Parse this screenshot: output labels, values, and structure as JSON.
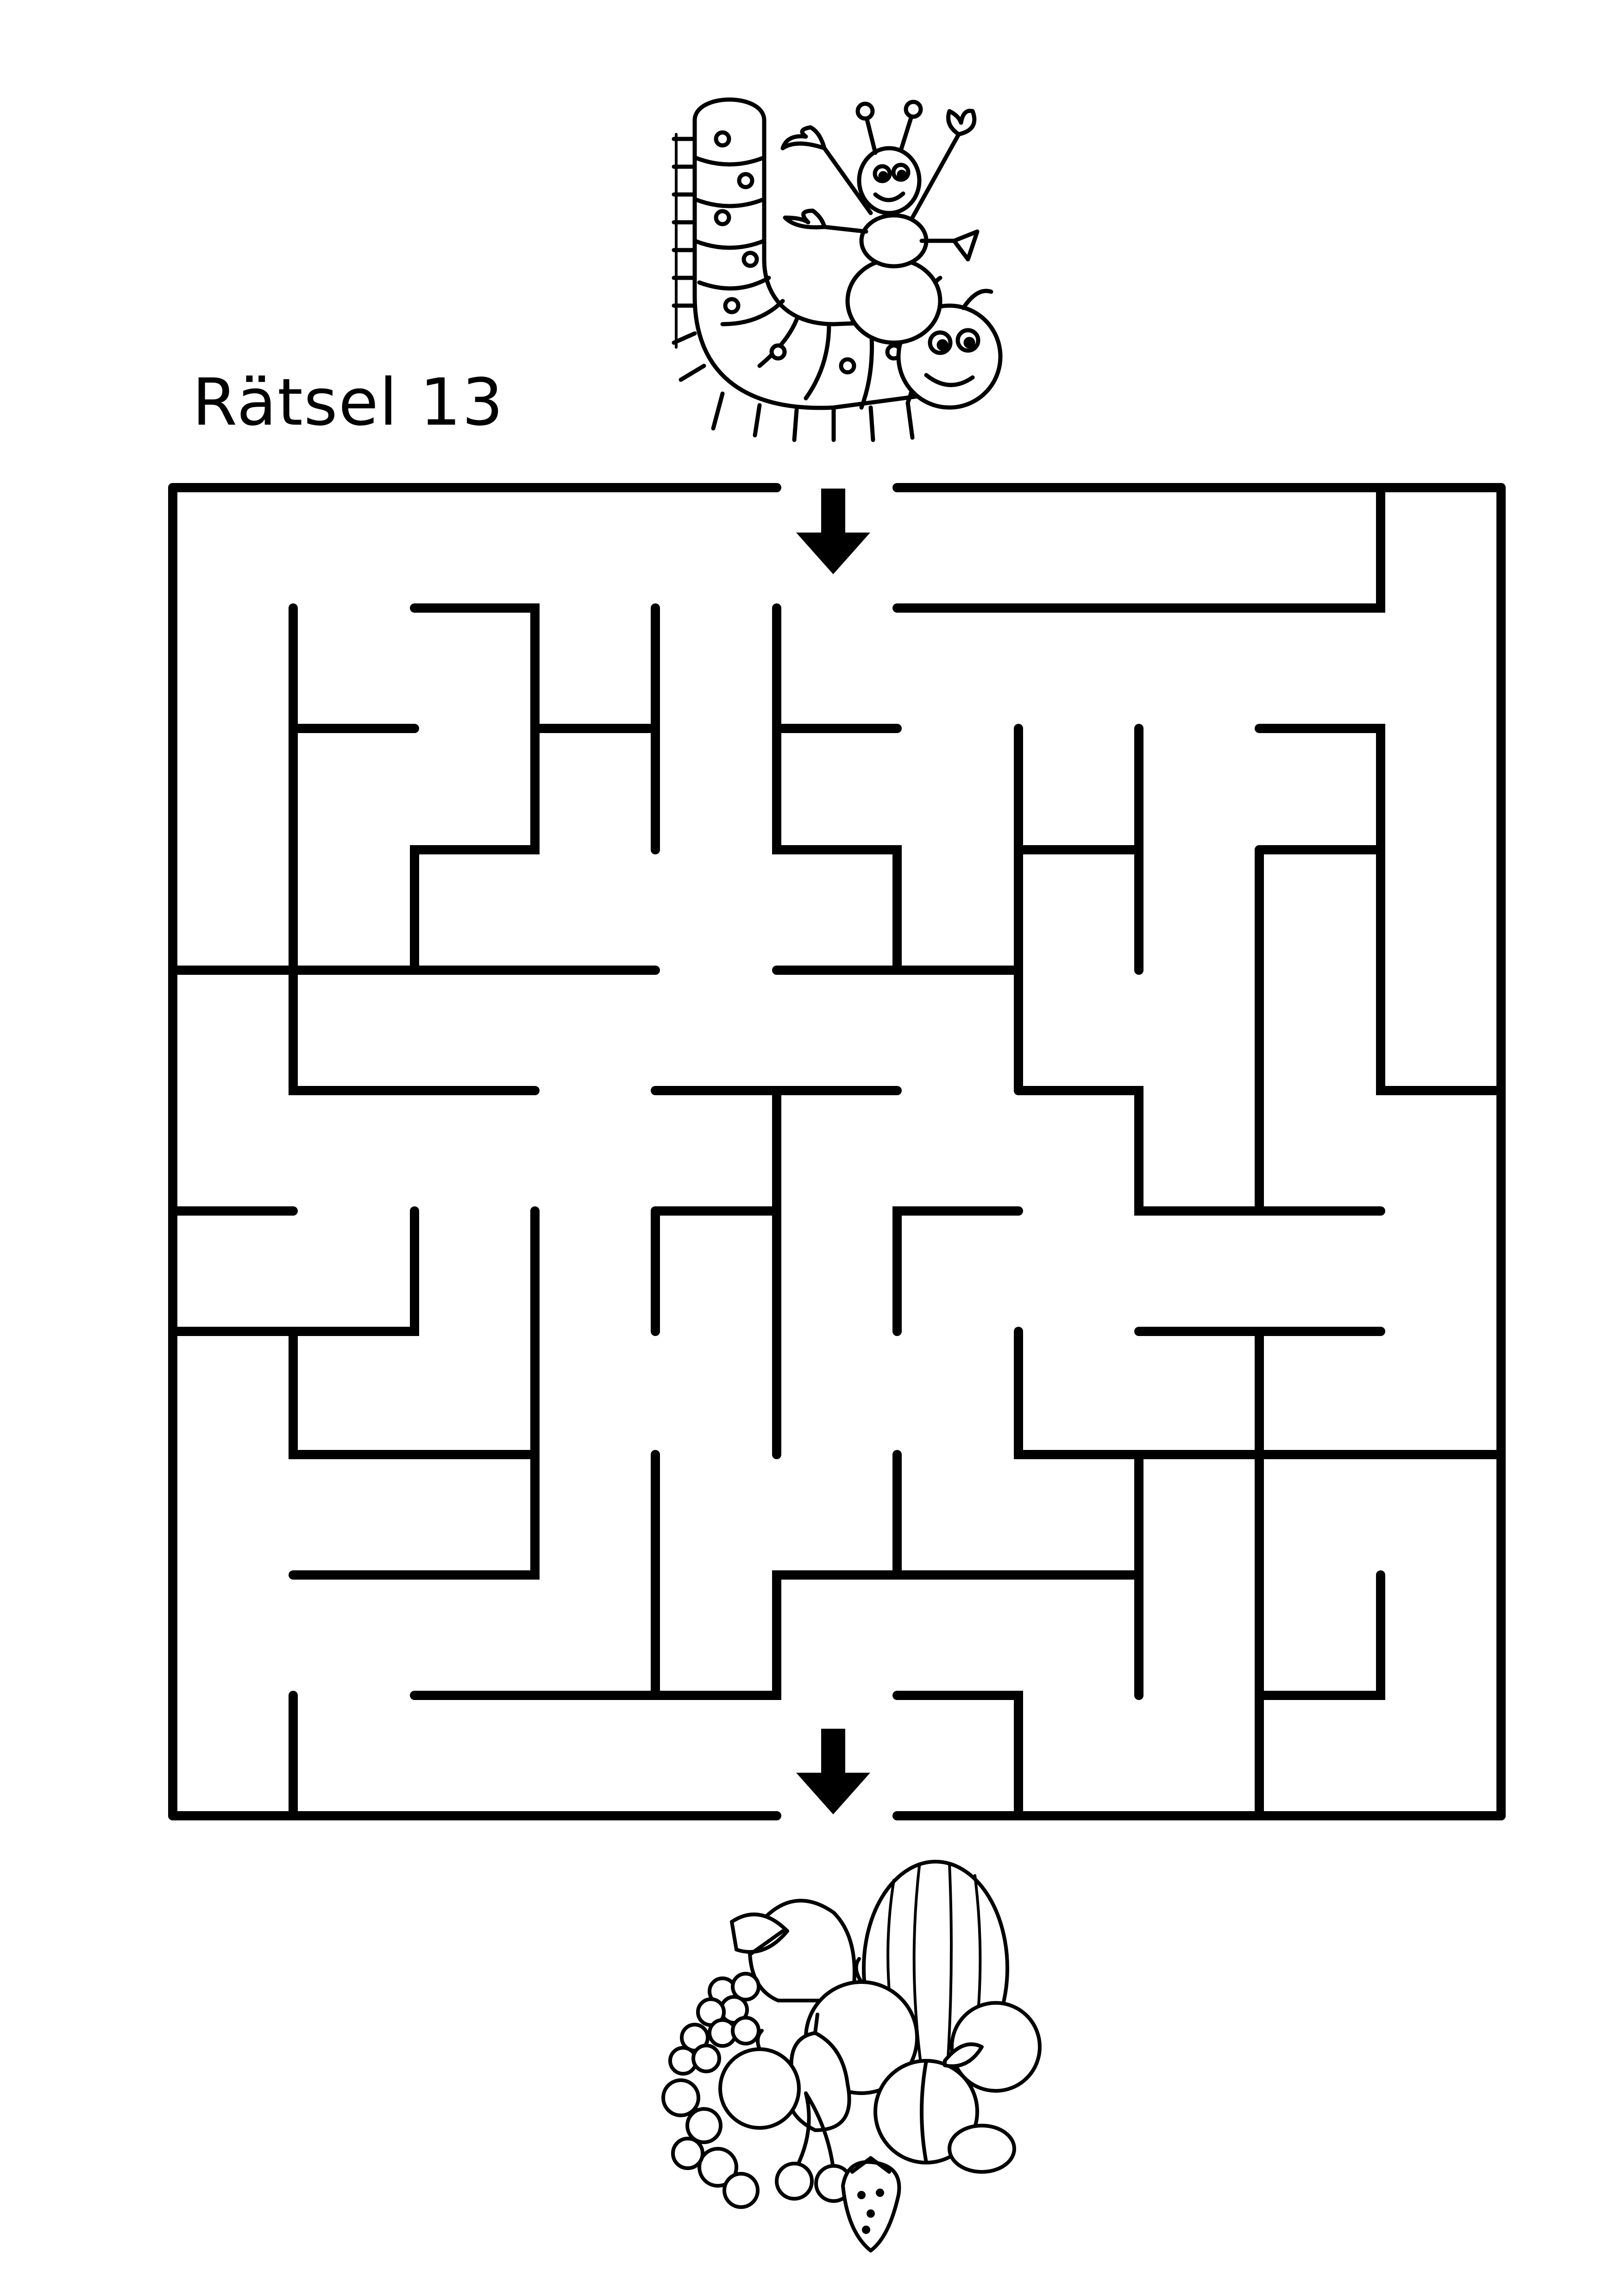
{
  "puzzle": {
    "title": "Rätsel 13"
  },
  "maze": {
    "grid_columns": 11,
    "grid_rows": 11,
    "entrance": {
      "side": "top",
      "column": 6
    },
    "exit": {
      "side": "bottom",
      "column": 6
    }
  },
  "illustrations": {
    "start": "caterpillar-and-ant-icon",
    "goal": "fruit-basket-icon",
    "entrance_marker": "arrow-down-icon",
    "exit_marker": "arrow-down-icon"
  },
  "colors": {
    "ink": "#000000",
    "paper": "#ffffff"
  }
}
